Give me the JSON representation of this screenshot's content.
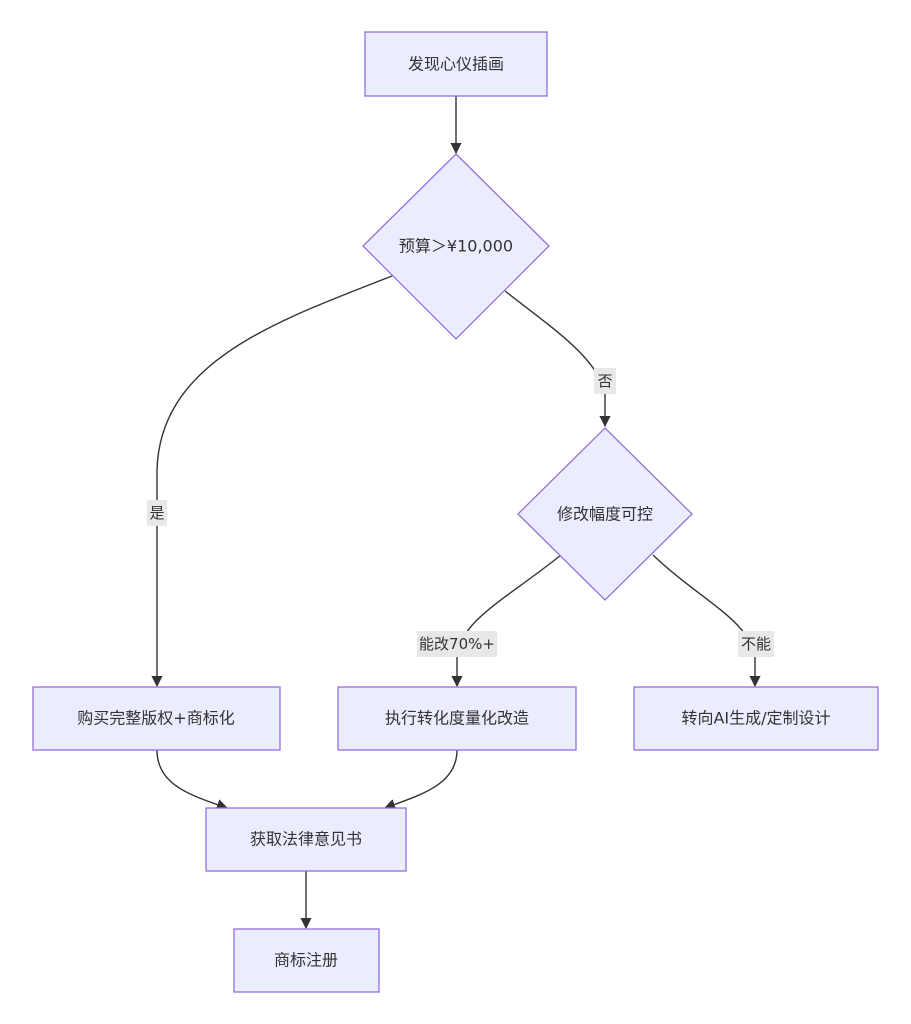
{
  "diagram": {
    "nodes": {
      "discover": "发现心仪插画",
      "budget": "预算＞¥10,000",
      "modify": "修改幅度可控",
      "buy": "购买完整版权+商标化",
      "transform": "执行转化度量化改造",
      "ai": "转向AI生成/定制设计",
      "legal": "获取法律意见书",
      "trademark": "商标注册"
    },
    "edge_labels": {
      "yes": "是",
      "no": "否",
      "can70": "能改70%+",
      "cannot": "不能"
    }
  }
}
